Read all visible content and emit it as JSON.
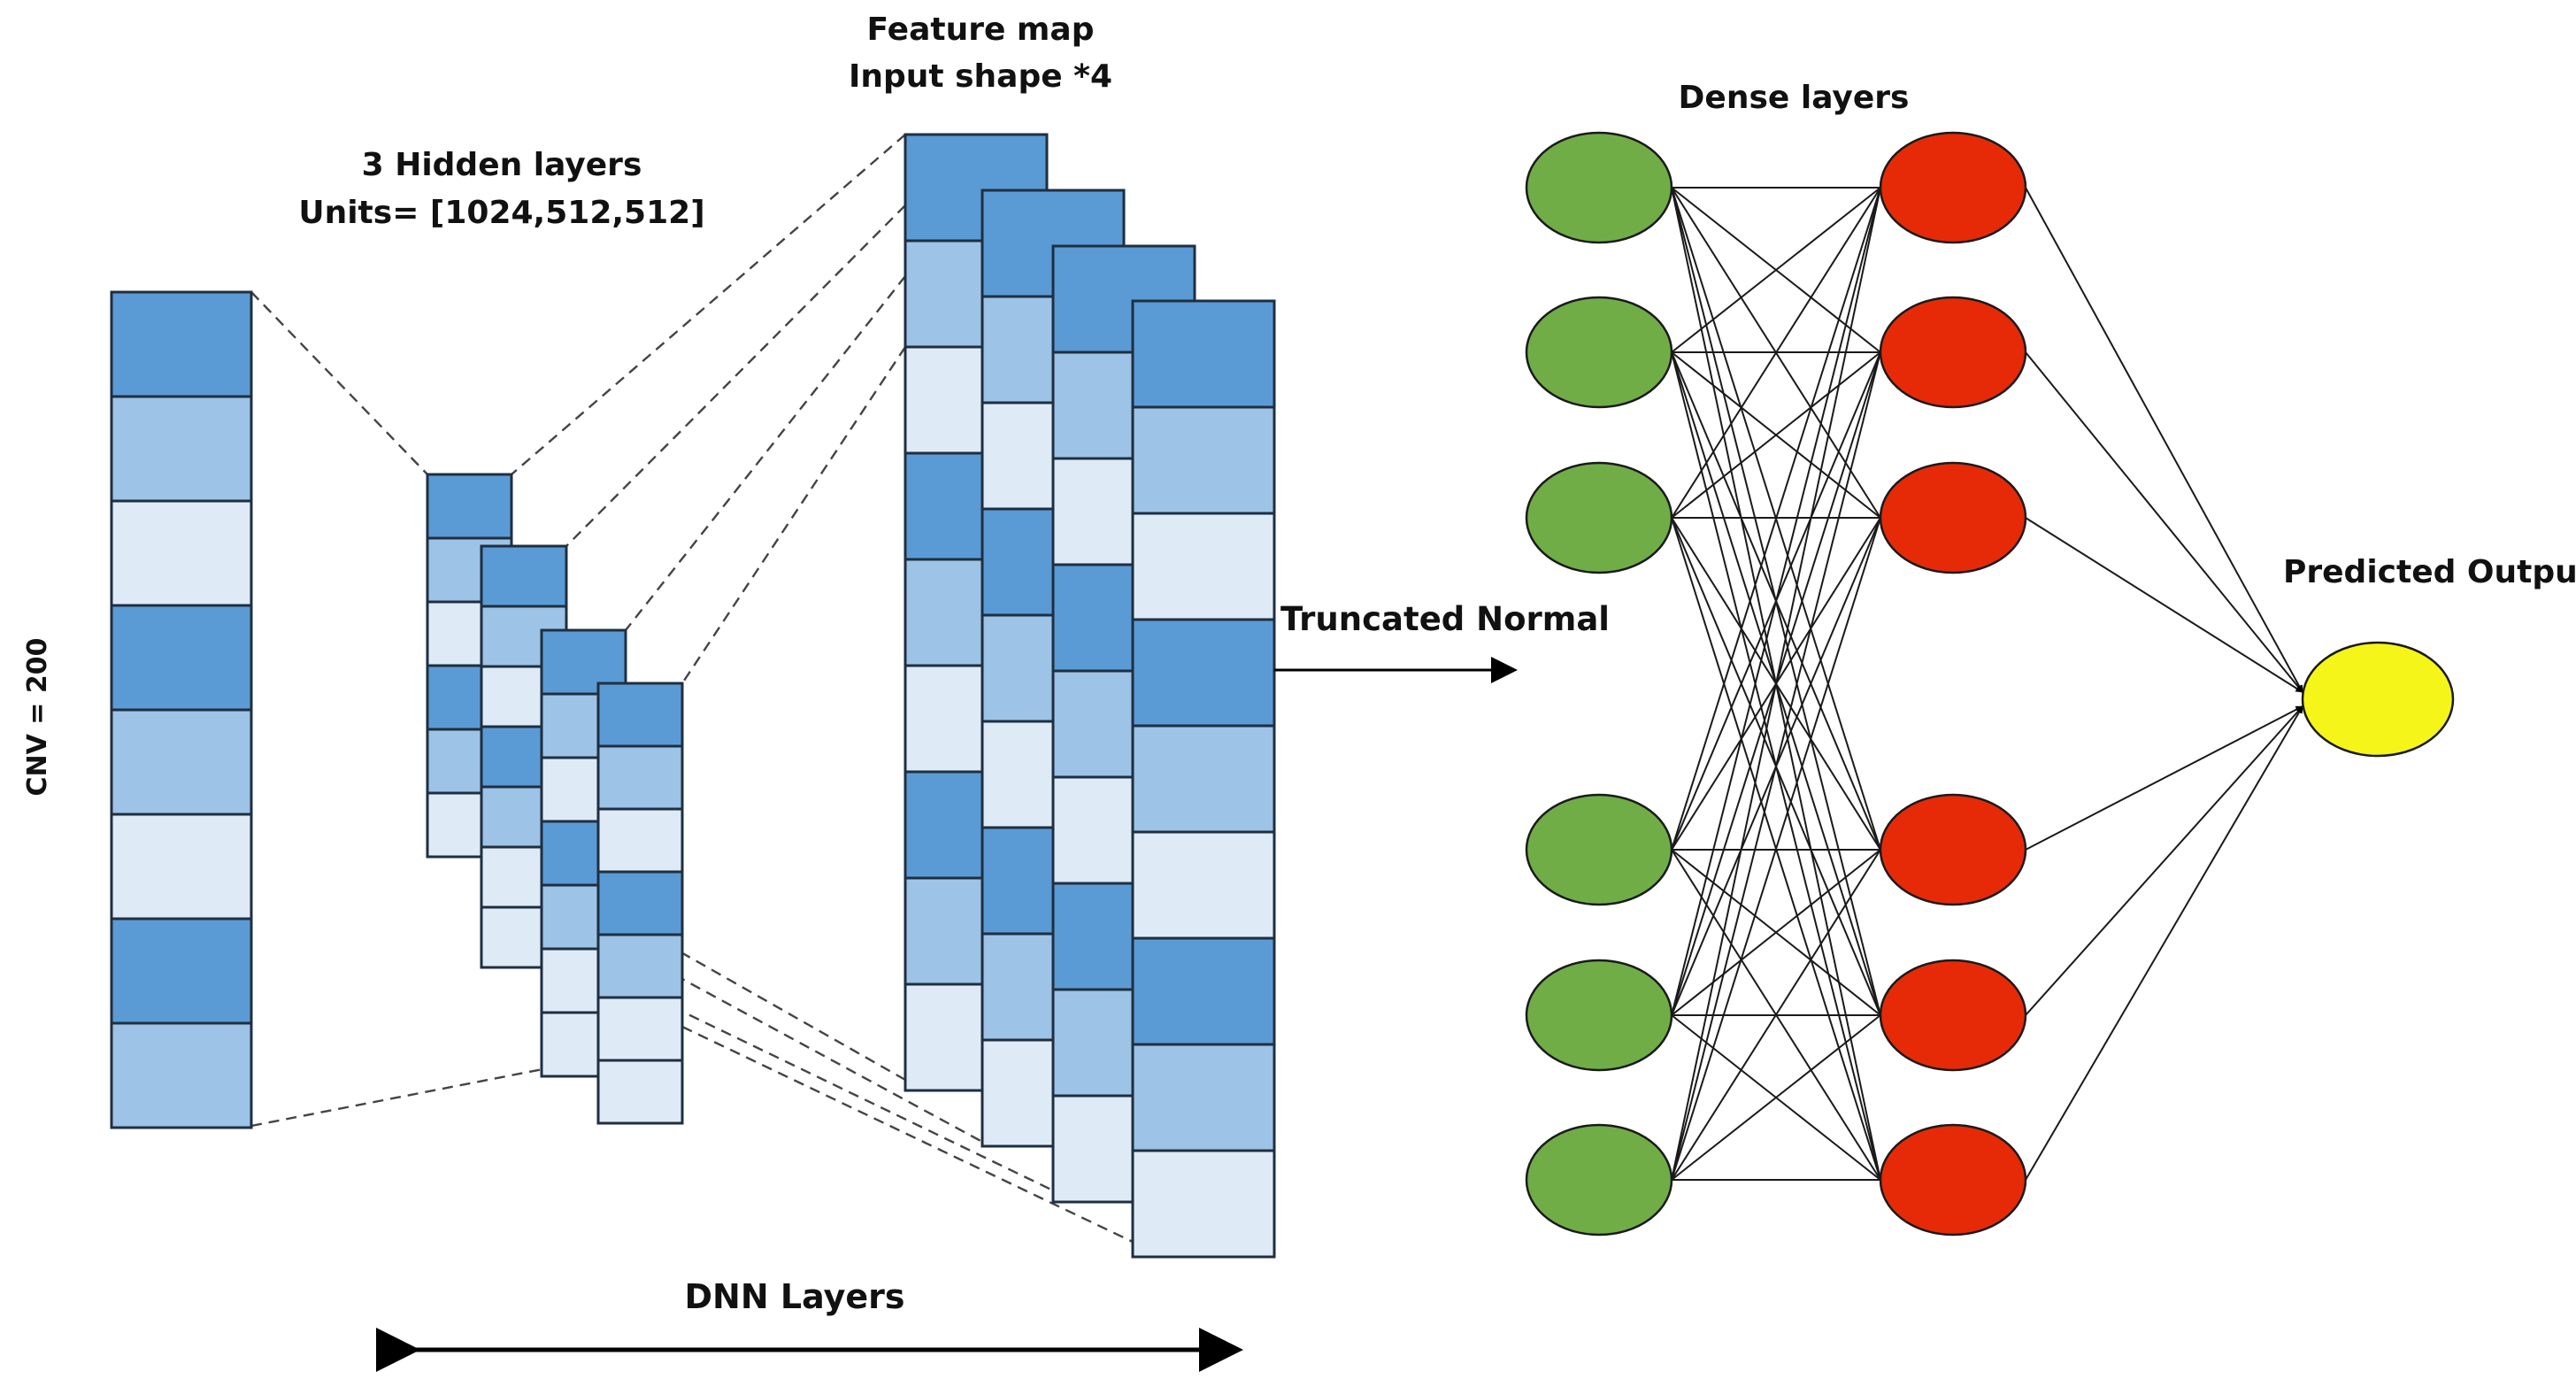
{
  "labels": {
    "cnv": "CNV = 200",
    "hidden_title": "3 Hidden layers",
    "hidden_units": "Units= [1024,512,512]",
    "feature_title": "Feature map",
    "feature_shape": "Input shape *4",
    "truncated": "Truncated Normal",
    "dense": "Dense layers",
    "predicted": "Predicted Output",
    "dnn": "DNN Layers"
  },
  "colors": {
    "dark_blue": "#5b9bd5",
    "mid_blue": "#9dc3e6",
    "light_blue": "#deebf7",
    "input_node": "#70ad47",
    "hidden_node": "#e62a07",
    "output_node": "#f5f51a",
    "line": "#1a1a1a"
  },
  "network": {
    "input_nodes": 6,
    "hidden_nodes": 6,
    "output_nodes": 1
  }
}
